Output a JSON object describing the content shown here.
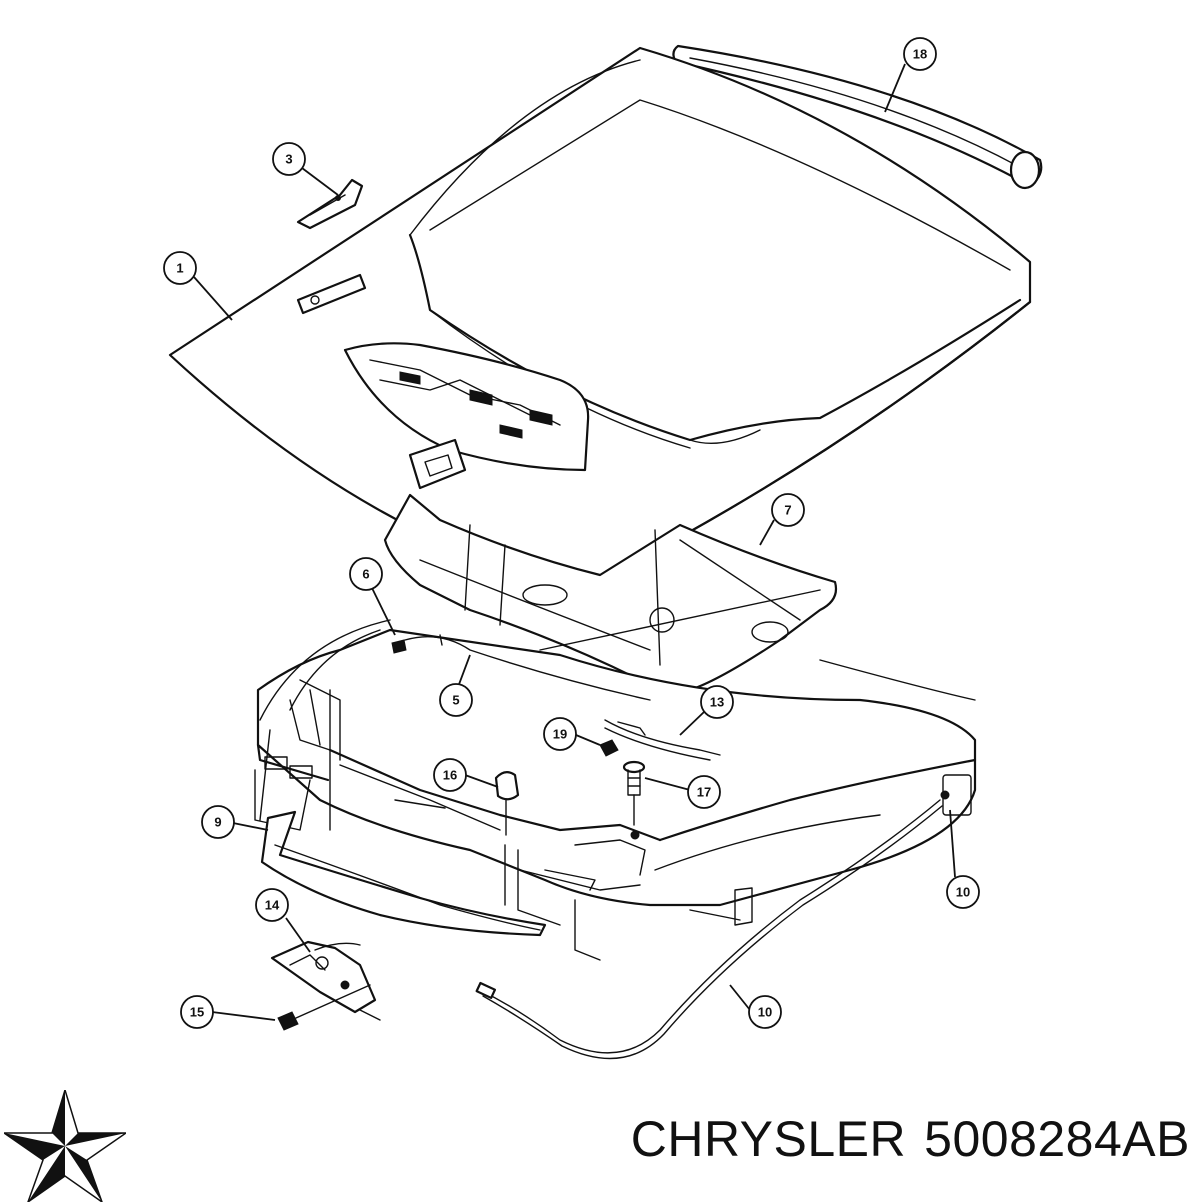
{
  "diagram": {
    "callouts": [
      {
        "id": "callout-1",
        "label": "1"
      },
      {
        "id": "callout-3",
        "label": "3"
      },
      {
        "id": "callout-5",
        "label": "5"
      },
      {
        "id": "callout-6",
        "label": "6"
      },
      {
        "id": "callout-7",
        "label": "7"
      },
      {
        "id": "callout-9",
        "label": "9"
      },
      {
        "id": "callout-10a",
        "label": "10"
      },
      {
        "id": "callout-10b",
        "label": "10"
      },
      {
        "id": "callout-13",
        "label": "13"
      },
      {
        "id": "callout-14",
        "label": "14"
      },
      {
        "id": "callout-15",
        "label": "15"
      },
      {
        "id": "callout-16",
        "label": "16"
      },
      {
        "id": "callout-17",
        "label": "17"
      },
      {
        "id": "callout-18",
        "label": "18"
      },
      {
        "id": "callout-19",
        "label": "19"
      }
    ]
  },
  "caption": {
    "brand": "CHRYSLER",
    "part_number": "5008284AB"
  },
  "logo": {
    "icon": "pentastar-icon",
    "color": "#111111"
  }
}
